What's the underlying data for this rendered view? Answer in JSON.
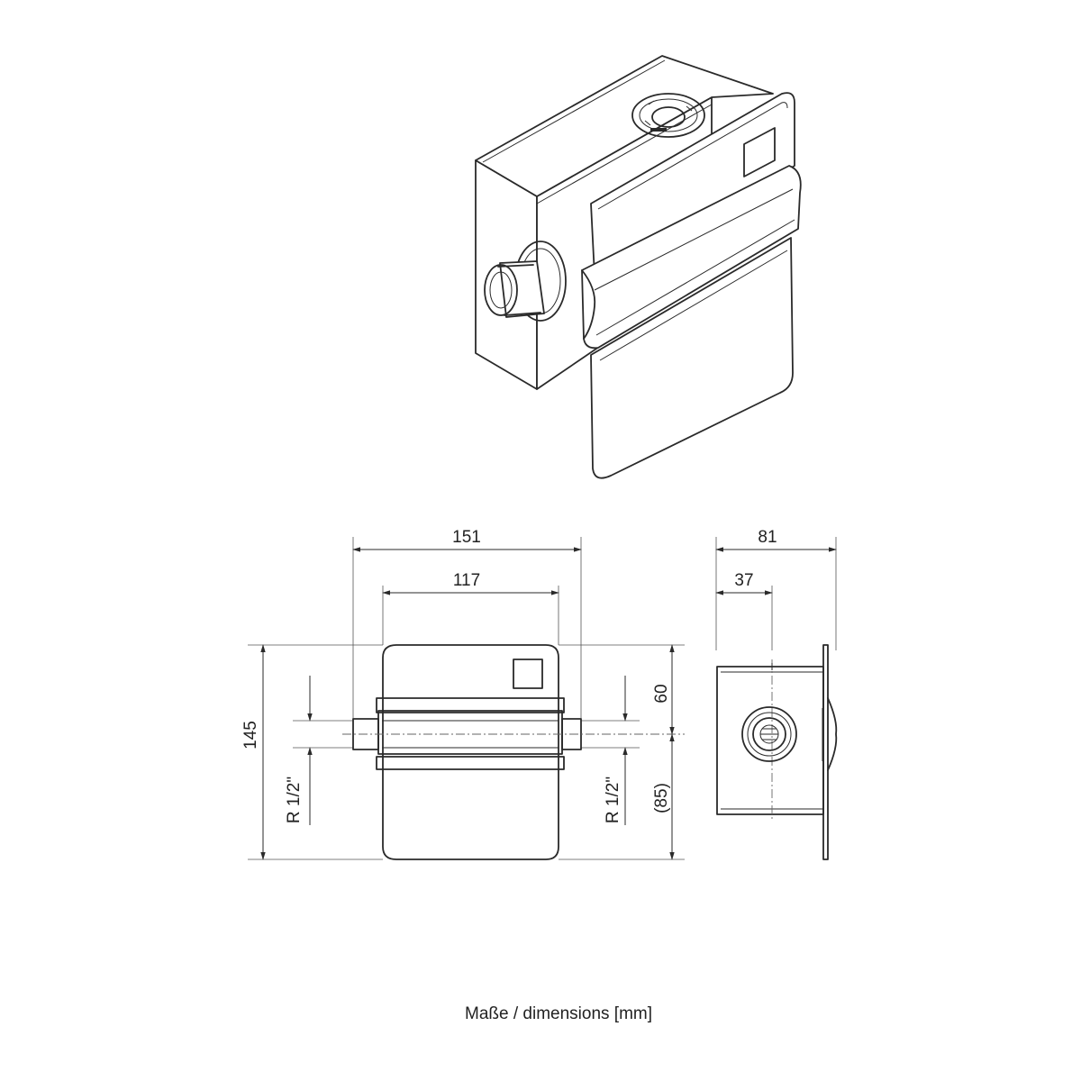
{
  "dimensions": {
    "overall_width": "151",
    "box_width": "117",
    "overall_height": "145",
    "connection_label_left": "R 1/2\"",
    "connection_label_right": "R 1/2\"",
    "upper_height": "60",
    "lower_height": "(85)",
    "overall_depth": "81",
    "axis_depth": "37"
  },
  "caption": "Maße / dimensions [mm]"
}
